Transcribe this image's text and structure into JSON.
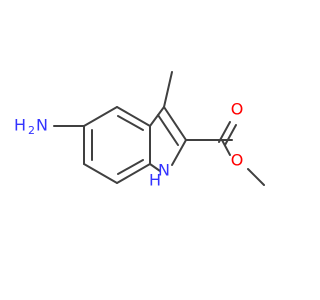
{
  "molecule": {
    "labels": {
      "amino_h": "H",
      "amino_h_sub": "2",
      "amino_n": "N",
      "ring_n": "N",
      "ring_h": "H",
      "carbonyl_o": "O",
      "ester_o": "O"
    },
    "colors": {
      "bond": "#404040",
      "nitrogen": "#3333ff",
      "oxygen": "#ff0000"
    }
  }
}
